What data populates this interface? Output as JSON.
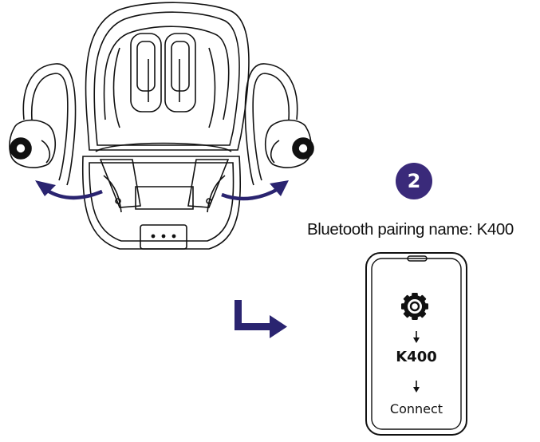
{
  "instruction": {
    "step_number": "2",
    "pairing_text": "Bluetooth pairing name: K400"
  },
  "phone_screen": {
    "settings_icon": "gear-icon",
    "device_name": "K400",
    "connect_label": "Connect"
  },
  "colors": {
    "accent": "#3a2a7a",
    "arrow": "#2a2470",
    "line": "#111111"
  }
}
